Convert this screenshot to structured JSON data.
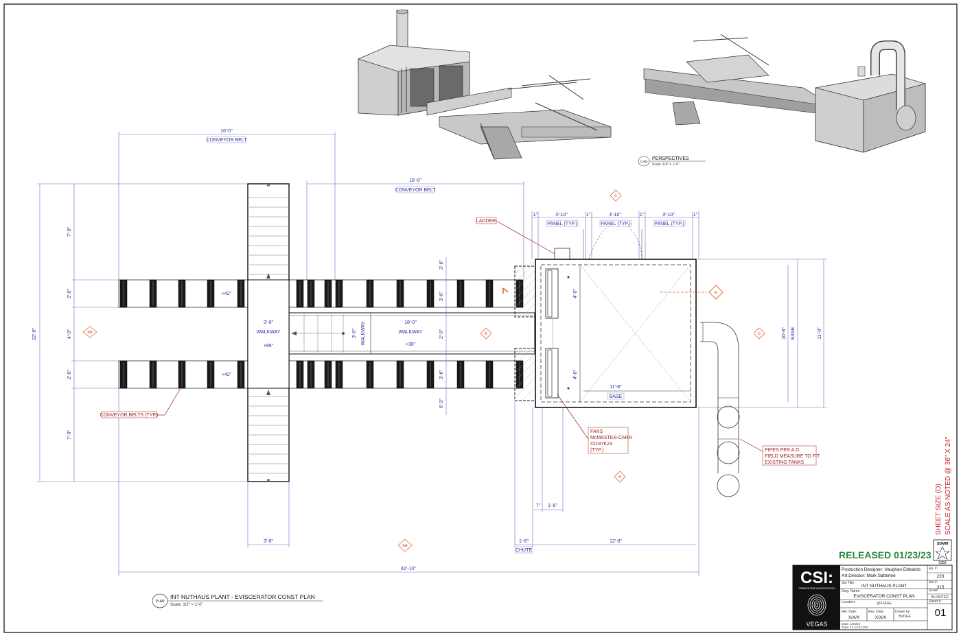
{
  "drawing": {
    "plan_title": "INT NUTHAUS PLANT - EVISCERATOR CONST PLAN",
    "plan_scale": "Scale: 1/2\" = 1'-0\"",
    "plan_tag": "PLAN",
    "perspective_title": "PERSPECTIVES",
    "perspective_scale": "Scale: 1/4\" = 1'-0\"",
    "perspective_tag": "CAM",
    "released": "RELEASED 01/23/23",
    "sheet_size_1": "SHEET SIZE (D)",
    "sheet_size_2": "SCALE AS NOTED @ 36\" X 24\"",
    "union_label": "SDMM",
    "union_number": "5383"
  },
  "labels": {
    "conveyor_belt_top": "CONVEYOR BELT",
    "conveyor_belt_mid": "CONVEYOR BELT",
    "conveyor_belts_typ": "CONVEYOR BELTS (TYP.)",
    "ladder": "LADDER",
    "panel_1": "PANEL (TYP.)",
    "panel_2": "PANEL (TYP.)",
    "panel_3": "PANEL (TYP.)",
    "walkway_1": "WALKWAY",
    "walkway_2": "WALKWAY",
    "walkway_vert": "WALKWAY",
    "height_66": "+66\"",
    "height_30": "+30\"",
    "height_42a": "+42\"",
    "height_42b": "+42\"",
    "base_1": "BASE",
    "base_2": "BASE",
    "chute": "CHUTE",
    "fans_1": "FANS",
    "fans_2": "McMASTER-CARR",
    "fans_3": "#2187K24",
    "fans_4": "(TYP.)",
    "pipes_1": "PIPES PER A.D.",
    "pipes_2": "FIELD MEASURE TO FIT",
    "pipes_3": "EXISTING TANKS"
  },
  "dims": {
    "d_16_top": "16'-0\"",
    "d_16_mid": "16'-0\"",
    "d_22": "22'-0\"",
    "d_7a": "7'-0\"",
    "d_2a": "2'-0\"",
    "d_4": "4'-0\"",
    "d_2b": "2'-0\"",
    "d_7b": "7'-0\"",
    "d_3_walk": "3'-0\"",
    "d_18": "18'-0\"",
    "d_3_walkv": "3'-0\"",
    "d_2_mid": "2'-0\"",
    "d_3_6a": "3'-6\"",
    "d_3_6b": "3'-6\"",
    "d_3_10a": "3'-10\"",
    "d_3_10b": "3'-10\"",
    "d_3_10c": "3'-10\"",
    "d_1a": "1\"",
    "d_1b": "1\"",
    "d_1c": "1\"",
    "d_1d": "1\"",
    "d_4_0a": "4'-0\"",
    "d_4_0b": "4'-0\"",
    "d_11_8": "11'-8\"",
    "d_10_8": "10'-8\"",
    "d_11_0": "11'-0\"",
    "d_7in": "7\"",
    "d_1_6a": "1'-6\"",
    "d_1_6b": "1'-6\"",
    "d_12": "12'-0\"",
    "d_3_bot": "3'-0\"",
    "d_42_10": "42'-10\"",
    "d_3_left": "3'-6\"",
    "d_6_3": "6'-3\""
  },
  "markers": {
    "bb": "BB",
    "b": "B",
    "c": "C",
    "d": "D",
    "e": "E",
    "a": "A",
    "aa": "AA"
  },
  "title_block": {
    "logo": "CSI:",
    "logo_sub": "CRIME SCENE INVESTIGATION",
    "logo_city": "VEGAS",
    "production_designer": "Production Designer:  Vaughan Edwards",
    "art_director": "Art Director:  Mark Satterlee",
    "ep_label": "Ep. #:",
    "ep_value": "220",
    "set_title_label": "Set Title:",
    "set_title_value": "INT NUTHAUS PLANT",
    "set_label": "Set #:",
    "set_value": "315",
    "dwg_label": "Dwg. Name:",
    "dwg_value": "EVISCERATOR CONST PLAN",
    "scale_label": "Scale:",
    "scale_value": "AS NOTED",
    "location_label": "Location:",
    "location_value": "@STAGE",
    "sheet_label": "Sheet #:",
    "sheet_value": "01",
    "rel_date_label": "Rel. Date:",
    "rel_date_value": "X/X/X",
    "rev_date_label": "Rev. Date:",
    "rev_date_value": "X/X/X",
    "drawn_label": "Drawn by:",
    "drawn_value": "BUDGE",
    "date_line": "Date: 1/23/23",
    "time_line": "Time: 12:13:12 PM"
  }
}
